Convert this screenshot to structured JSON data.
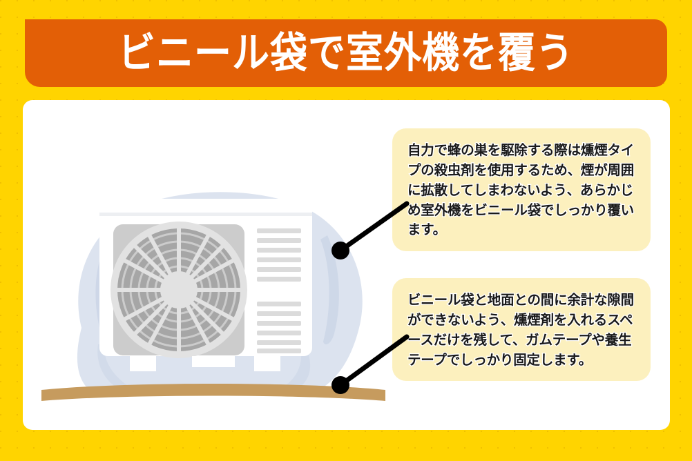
{
  "banner": {
    "title": "ビニール袋で室外機を覆う",
    "background_color": "#E35F06",
    "text_color": "#FFFFFF"
  },
  "page": {
    "background_color": "#FFD400",
    "card_color": "#FFFFFF"
  },
  "illustration": {
    "name": "outdoor-air-conditioner-unit-covered-with-plastic-bag",
    "bag_color": "#DCE3EF",
    "bag_shadow_color": "#CBD5E6",
    "unit_body_color": "#FFFFFF",
    "fan_panel_color": "#CCCCCC",
    "fan_grille_color": "#A6A6A6",
    "vent_slat_color": "#DBDBDB",
    "ground_color": "#C69B5E",
    "fan_rings": 7,
    "fan_spokes": 12,
    "vent_group_count": 2,
    "vent_slats_per_group": 6
  },
  "callouts": [
    {
      "id": "callout-1",
      "text": "自力で蜂の巣を駆除する際は燻煙タイプの殺虫剤を使用するため、煙が周囲に拡散してしまわないよう、あらかじめ室外機をビニール袋でしっかり覆います。",
      "background_color": "#FCF0BE",
      "text_color": "#1A1A1A",
      "marker": {
        "name": "callout-dot-1",
        "color": "#000000"
      }
    },
    {
      "id": "callout-2",
      "text": "ビニール袋と地面との間に余計な隙間ができないよう、燻煙剤を入れるスペースだけを残して、ガムテープや養生テープでしっかり固定します。",
      "background_color": "#FCF0BE",
      "text_color": "#1A1A1A",
      "marker": {
        "name": "callout-dot-2",
        "color": "#000000"
      }
    }
  ]
}
